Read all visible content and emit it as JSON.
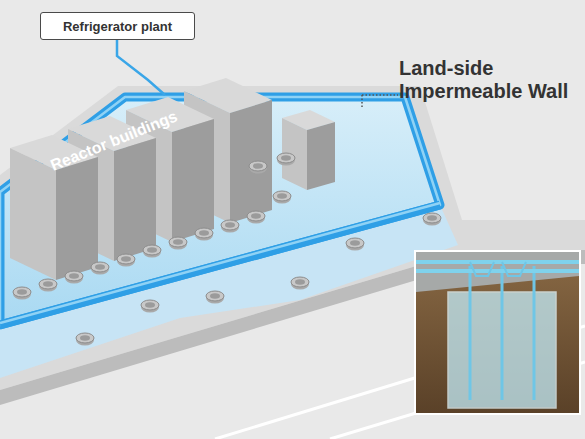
{
  "diagram": {
    "nodes": [
      {
        "text": [
          "Refrigerator plant"
        ]
      }
    ],
    "labels": [
      "Reactor buildings",
      "Land-side Impermeable Wall"
    ]
  }
}
